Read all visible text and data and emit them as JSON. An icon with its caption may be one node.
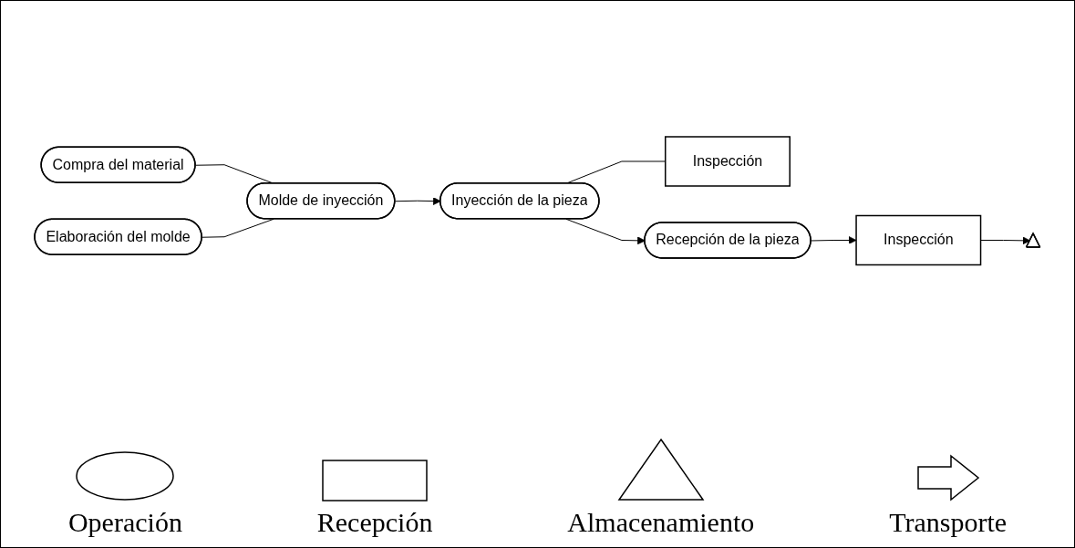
{
  "diagram": {
    "nodes": [
      {
        "text": [
          "Compra del material"
        ]
      },
      {
        "text": [
          "Elaboración del molde"
        ]
      },
      {
        "text": [
          "Molde de inyección"
        ]
      },
      {
        "text": [
          "Inyección de la pieza"
        ]
      },
      {
        "text": [
          "Inspección"
        ]
      },
      {
        "text": [
          "Recepción de la pieza"
        ]
      },
      {
        "text": [
          "Inspección"
        ]
      },
      {
        "text": [],
        "shape": "triangle"
      }
    ],
    "edges": [
      {
        "from": 0,
        "to": 2,
        "arrow": "none"
      },
      {
        "from": 1,
        "to": 2,
        "arrow": "none"
      },
      {
        "from": 2,
        "to": 3,
        "arrow": "to"
      },
      {
        "from": 3,
        "to": 4,
        "arrow": "none"
      },
      {
        "from": 3,
        "to": 5,
        "arrow": "to"
      },
      {
        "from": 5,
        "to": 6,
        "arrow": "to"
      },
      {
        "from": 6,
        "to": 7,
        "arrow": "to"
      }
    ],
    "legend": [
      {
        "text": "Operación"
      },
      {
        "text": "Recepción"
      },
      {
        "text": "Almacenamiento"
      },
      {
        "text": "Transporte"
      }
    ]
  }
}
